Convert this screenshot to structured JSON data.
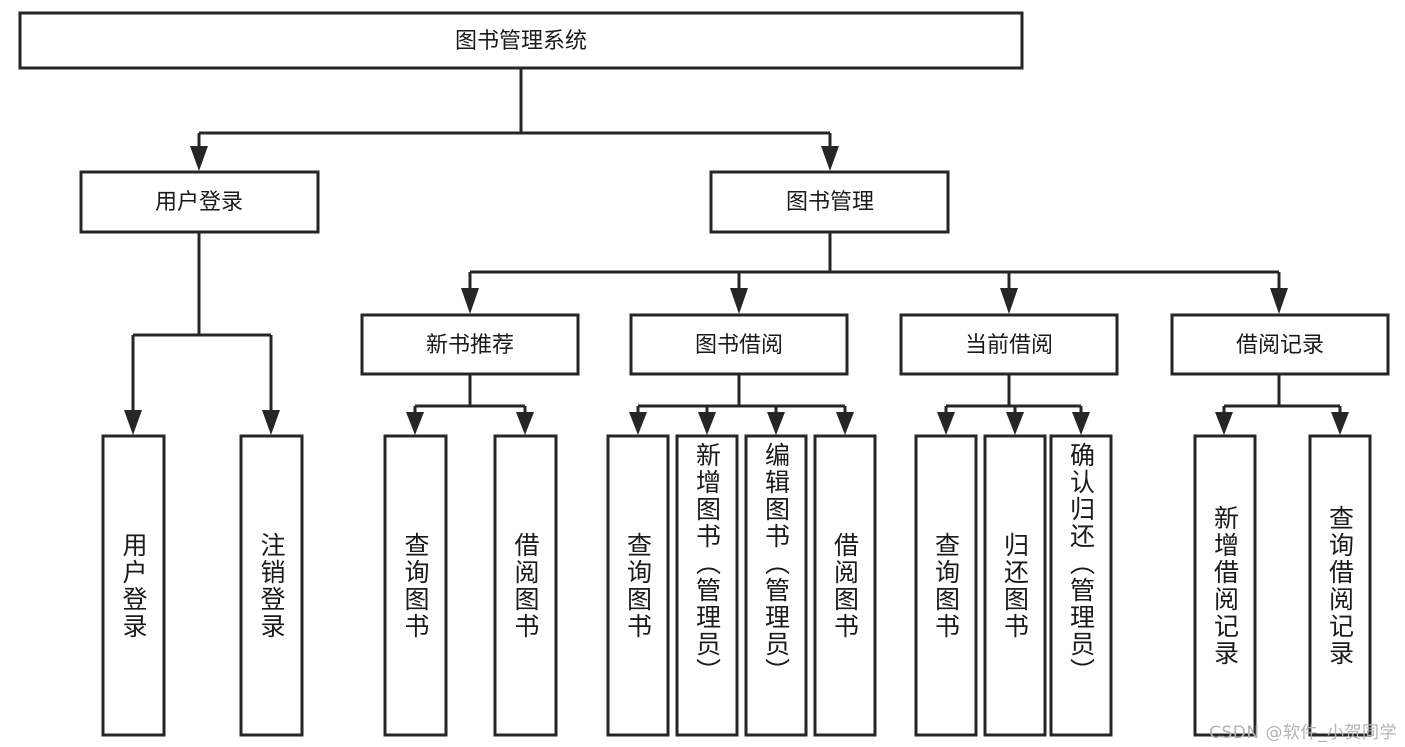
{
  "diagram": {
    "type": "tree",
    "title": "图书管理系统",
    "root": {
      "id": "root",
      "label": "图书管理系统"
    },
    "level2": [
      {
        "id": "user-login",
        "label": "用户登录"
      },
      {
        "id": "book-manage",
        "label": "图书管理"
      }
    ],
    "level3": [
      {
        "id": "new-book-recommend",
        "label": "新书推荐",
        "parent": "book-manage"
      },
      {
        "id": "book-borrow",
        "label": "图书借阅",
        "parent": "book-manage"
      },
      {
        "id": "current-borrow",
        "label": "当前借阅",
        "parent": "book-manage"
      },
      {
        "id": "borrow-record",
        "label": "借阅记录",
        "parent": "book-manage"
      }
    ],
    "leaves": [
      {
        "id": "leaf-user-login",
        "label": "用户登录",
        "parent": "user-login"
      },
      {
        "id": "leaf-user-logout",
        "label": "注销登录",
        "parent": "user-login"
      },
      {
        "id": "leaf-query-book-1",
        "label": "查询图书",
        "parent": "new-book-recommend"
      },
      {
        "id": "leaf-borrow-book-1",
        "label": "借阅图书",
        "parent": "new-book-recommend"
      },
      {
        "id": "leaf-query-book-2",
        "label": "查询图书",
        "parent": "book-borrow"
      },
      {
        "id": "leaf-add-book",
        "label": "新增图书（管理员）",
        "parent": "book-borrow"
      },
      {
        "id": "leaf-edit-book",
        "label": "编辑图书（管理员）",
        "parent": "book-borrow"
      },
      {
        "id": "leaf-borrow-book-2",
        "label": "借阅图书",
        "parent": "book-borrow"
      },
      {
        "id": "leaf-query-book-3",
        "label": "查询图书",
        "parent": "current-borrow"
      },
      {
        "id": "leaf-return-book",
        "label": "归还图书",
        "parent": "current-borrow"
      },
      {
        "id": "leaf-confirm-return",
        "label": "确认归还（管理员）",
        "parent": "current-borrow"
      },
      {
        "id": "leaf-add-record",
        "label": "新增借阅记录",
        "parent": "borrow-record"
      },
      {
        "id": "leaf-query-record",
        "label": "查询借阅记录",
        "parent": "borrow-record"
      }
    ]
  },
  "watermark": {
    "text": "CSDN @软件_小贺同学"
  },
  "colors": {
    "box_stroke": "#262626",
    "box_fill": "#ffffff",
    "text": "#1a1a1a",
    "background": "#ffffff",
    "watermark": "#b3b3b3"
  }
}
